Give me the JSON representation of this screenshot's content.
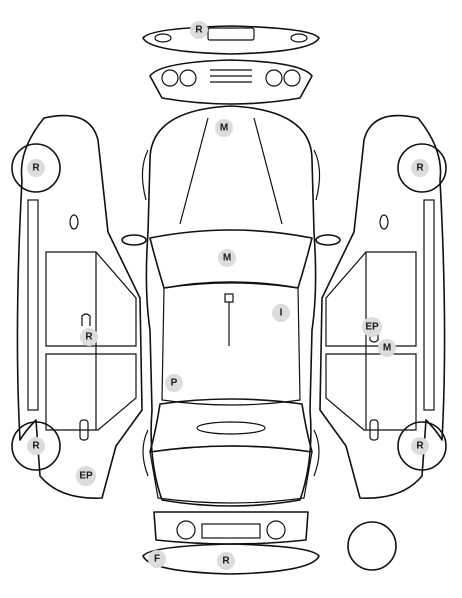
{
  "colors": {
    "outline": "#111111",
    "marker_fill": "#dcdcdc",
    "marker_text": "#1a1a1a",
    "background": "#ffffff"
  },
  "markers": [
    {
      "id": "rear-bumper-top",
      "label": "R"
    },
    {
      "id": "hood",
      "label": "M"
    },
    {
      "id": "windshield",
      "label": "M"
    },
    {
      "id": "roof",
      "label": "I"
    },
    {
      "id": "left-rear-door",
      "label": "R"
    },
    {
      "id": "right-door",
      "label": "EP"
    },
    {
      "id": "right-door-lower",
      "label": "M"
    },
    {
      "id": "trunk",
      "label": "P"
    },
    {
      "id": "left-wheel-front",
      "label": "R"
    },
    {
      "id": "left-wheel-rear",
      "label": "R"
    },
    {
      "id": "right-wheel-front",
      "label": "R"
    },
    {
      "id": "right-wheel-rear",
      "label": "R"
    },
    {
      "id": "left-quarter",
      "label": "EP"
    },
    {
      "id": "front-bumper-left",
      "label": "F"
    },
    {
      "id": "front-bumper",
      "label": "R"
    }
  ]
}
